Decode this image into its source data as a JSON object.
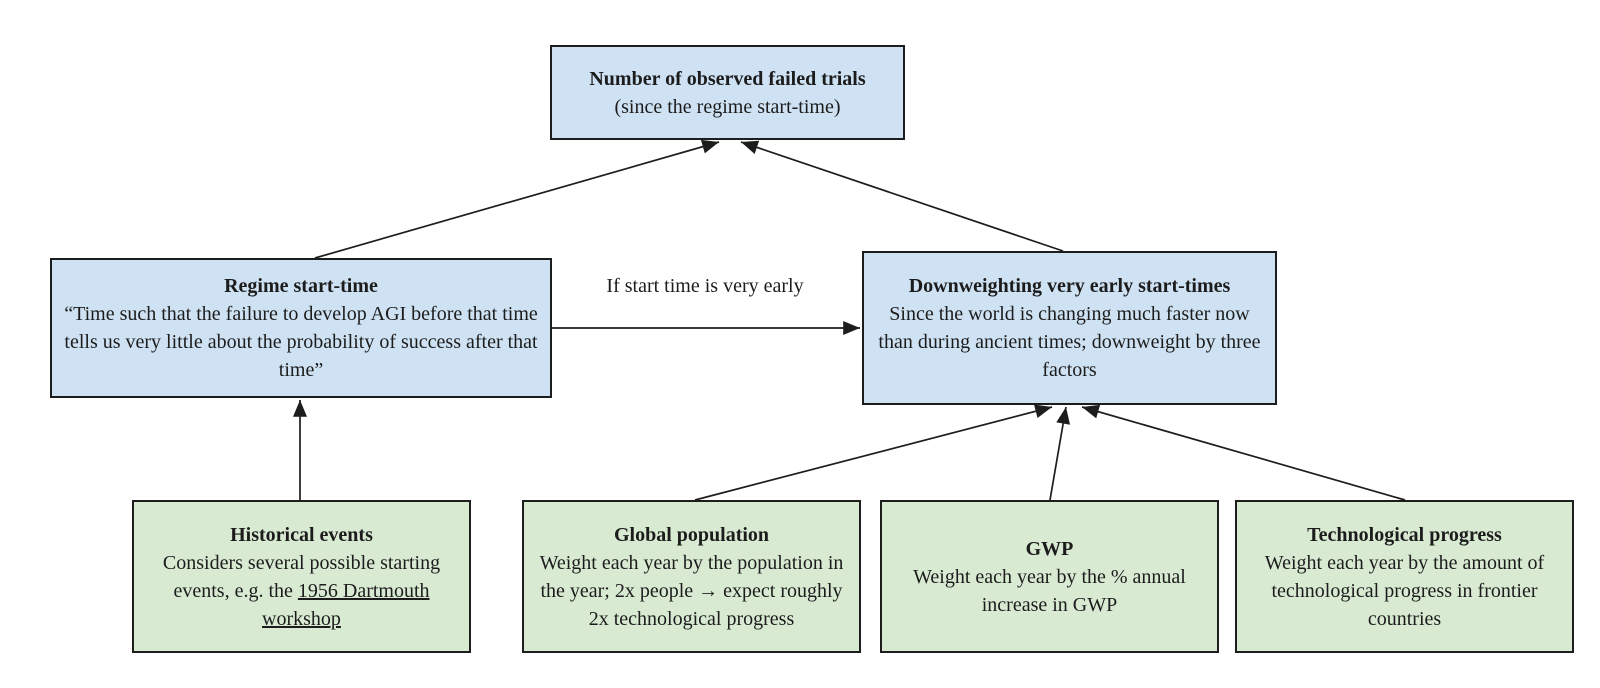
{
  "colors": {
    "blue_box_fill": "#cfe2f3",
    "green_box_fill": "#d9ead3",
    "border": "#1d1d1d",
    "text": "#1c1c1c",
    "background": "#ffffff"
  },
  "edge_label": "If start time is very early",
  "boxes": {
    "top": {
      "title": "Number of observed failed trials",
      "subtitle": "(since the regime start-time)"
    },
    "regime": {
      "title": "Regime start-time",
      "body": "“Time such that the failure to develop AGI before that time tells us very little about the probability of success after that time”"
    },
    "downweight": {
      "title": "Downweighting very early start-times",
      "body": "Since the world is changing much faster now than during ancient times; downweight by three factors"
    },
    "historical": {
      "title": "Historical events",
      "body_prefix": "Considers several possible starting events, e.g. the ",
      "link_text": "1956 Dartmouth workshop"
    },
    "population": {
      "title": "Global population",
      "body": "Weight each year by the population in the year; 2x people → expect roughly 2x technological progress"
    },
    "gwp": {
      "title": "GWP",
      "body": "Weight each year by the % annual increase in GWP"
    },
    "tech": {
      "title": "Technological progress",
      "body": "Weight each year by the amount of technological progress in frontier countries"
    }
  }
}
